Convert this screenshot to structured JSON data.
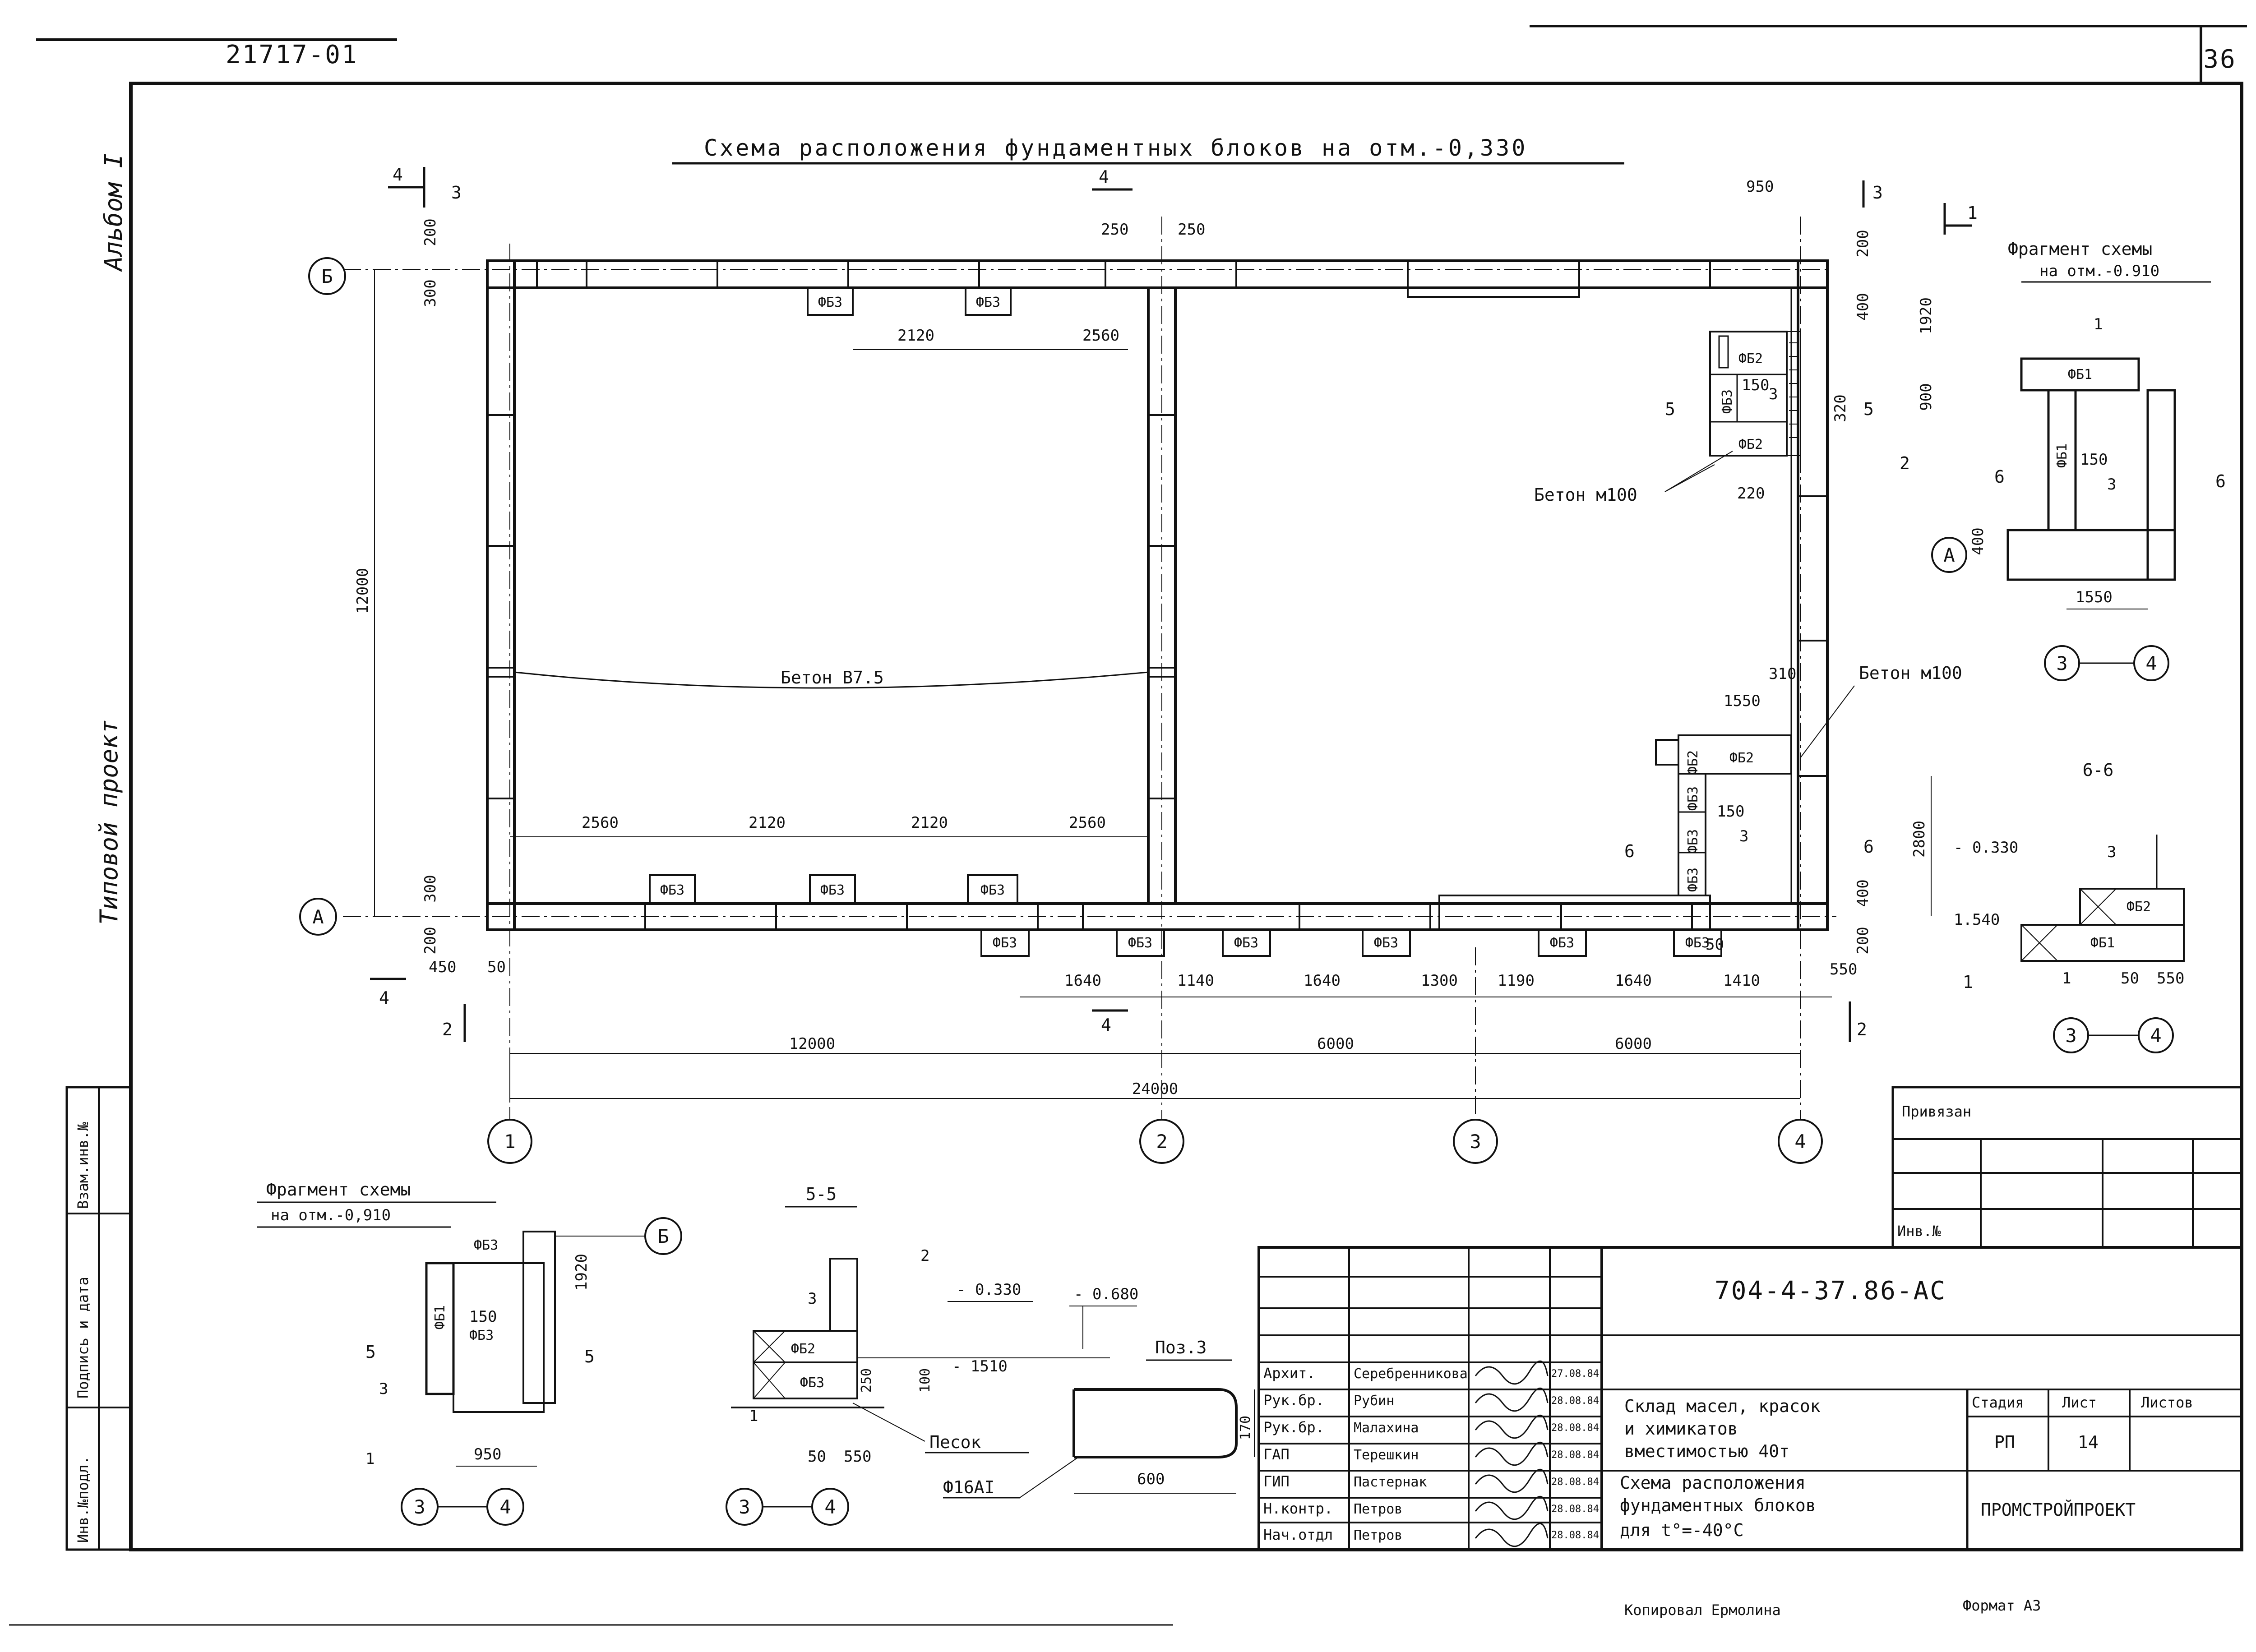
{
  "top_code": "21717-01",
  "sheet_number": "36",
  "album": "Альбом I",
  "typical_project": "Типовой проект",
  "main_title": "Схема расположения фундаментных блоков на отм.-0,330",
  "axes": {
    "row_a": "А",
    "row_b": "Б",
    "col_1": "1",
    "col_2": "2",
    "col_3": "3",
    "col_4": "4"
  },
  "section_marks": {
    "s1": "1",
    "s2": "2",
    "s3": "3",
    "s4": "4",
    "s5": "5",
    "s6": "6"
  },
  "blocks": {
    "fb1": "ФБ1",
    "fb2": "ФБ2",
    "fb3": "ФБ3"
  },
  "materials": {
    "beton_b75": "Бетон В7.5",
    "beton_m100": "Бетон м100",
    "pesok": "Песок"
  },
  "dims": {
    "d200": "200",
    "d300": "300",
    "d400": "400",
    "d450": "450",
    "d50": "50",
    "d250": "250",
    "d950": "950",
    "d1920": "1920",
    "d900": "900",
    "d320": "320",
    "d220": "220",
    "d310": "310",
    "d1550": "1550",
    "d2800": "2800",
    "d150": "150",
    "d2120": "2120",
    "d2560": "2560",
    "d1640": "1640",
    "d1140": "1140",
    "d1300": "1300",
    "d1190": "1190",
    "d1410": "1410",
    "d550": "550",
    "d12000": "12000",
    "d6000": "6000",
    "d24000": "24000",
    "d600": "600",
    "d170": "170",
    "d100": "100",
    "d1510": "1510",
    "d1540": "1540",
    "d250s": "250"
  },
  "levels": {
    "m0330": "- 0.330",
    "m0680": "- 0.680",
    "m1510": "- 1510",
    "m1540": "1.540"
  },
  "fragment_title": "Фрагмент схемы",
  "fragment_level": "на отм.-0.910",
  "fragment_level_left": "на отм.-0,910",
  "section_66": "6-6",
  "section_55": "5-5",
  "pos3": "Поз.3",
  "rebar": "Ф16АI",
  "stamp": {
    "privyazan": "Привязан",
    "inv_no": "Инв.№",
    "code": "704-4-37.86-АС",
    "roles": [
      "Архит.",
      "Рук.бр.",
      "Рук.бр.",
      "ГАП",
      "ГИП",
      "Н.контр.",
      "Нач.отдл"
    ],
    "names": [
      "Серебренникова",
      "Рубин",
      "Малахина",
      "Терешкин",
      "Пастернак",
      "Петров",
      "Петров"
    ],
    "dates": [
      "27.08.84",
      "28.08.84",
      "28.08.84",
      "28.08.84",
      "28.08.84",
      "28.08.84",
      "28.08.84"
    ],
    "obj_line1": "Склад масел, красок",
    "obj_line2": "и химикатов",
    "obj_line3": "вместимостью 40т",
    "sheet_line1": "Схема расположения",
    "sheet_line2": "фундаментных блоков",
    "sheet_line3": "для t°=-40°С",
    "stage_h": "Стадия",
    "list_h": "Лист",
    "lists_h": "Листов",
    "stage": "РП",
    "list": "14",
    "org": "ПРОМСТРОЙПРОЕКТ"
  },
  "side_stamp": {
    "c1": "Инв.№подл.",
    "c2": "Подпись и дата",
    "c3": "Взам.инв.№"
  },
  "copied": "Копировал Ермолина",
  "format": "Формат А3"
}
